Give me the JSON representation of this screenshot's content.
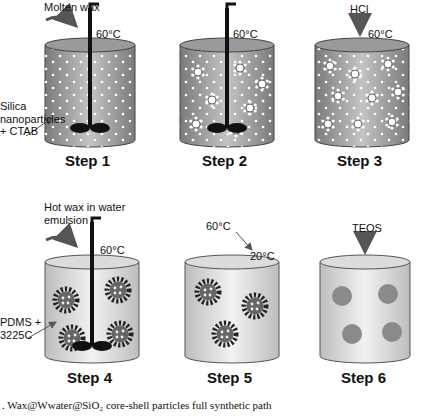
{
  "diagram": {
    "caption": ". Wax@Wwater@SiO₂ core-shell particles full synthetic path",
    "labels": [
      "Molten wax",
      "60°C",
      "Silica nanoparticles + CTAB",
      "Step 1",
      "60°C",
      "Step 2",
      "HCl",
      "60°C",
      "Step 3",
      "Hot wax in water emulsion",
      "60°C",
      "PDMS + 3225C",
      "Step 4",
      "60°C",
      "20°C",
      "Step 5",
      "TEOS",
      "Step 6"
    ]
  }
}
